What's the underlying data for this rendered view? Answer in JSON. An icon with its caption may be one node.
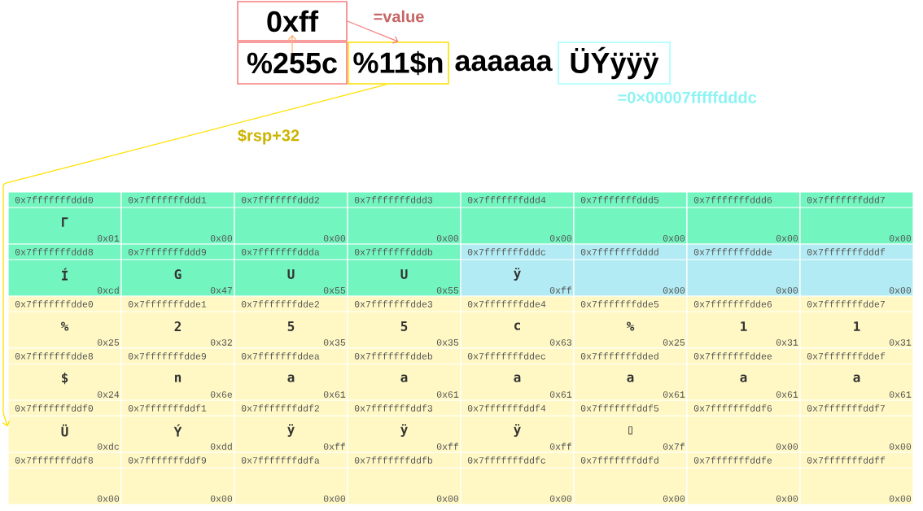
{
  "diagram": {
    "nodes": [
      {
        "text": [
          "0xff"
        ]
      },
      {
        "text": [
          "%255c"
        ]
      },
      {
        "text": [
          "%11$n"
        ]
      },
      {
        "text": [
          "aaaaaa"
        ]
      },
      {
        "text": [
          "ÜÝÿÿÿ"
        ],
        "beside": [
          "=0×00007fffffdddc"
        ]
      },
      {
        "text": [
          "0x7fffffffddd0",
          "Γ",
          "0x01"
        ]
      },
      {
        "text": [
          "0x7fffffffddd1",
          "0x00"
        ]
      },
      {
        "text": [
          "0x7fffffffddd2",
          "0x00"
        ]
      },
      {
        "text": [
          "0x7fffffffddd3",
          "0x00"
        ]
      },
      {
        "text": [
          "0x7fffffffddd4",
          "0x00"
        ]
      },
      {
        "text": [
          "0x7fffffffddd5",
          "0x00"
        ]
      },
      {
        "text": [
          "0x7fffffffddd6",
          "0x00"
        ]
      },
      {
        "text": [
          "0x7fffffffddd7",
          "0x00"
        ]
      },
      {
        "text": [
          "0x7fffffffddd8",
          "Í",
          "0xcd"
        ]
      },
      {
        "text": [
          "0x7fffffffddd9",
          "G",
          "0x47"
        ]
      },
      {
        "text": [
          "0x7fffffffddda",
          "U",
          "0x55"
        ]
      },
      {
        "text": [
          "0x7fffffffdddb",
          "U",
          "0x55"
        ]
      },
      {
        "text": [
          "0x7fffffffdddc",
          "ÿ",
          "0xff"
        ]
      },
      {
        "text": [
          "0x7fffffffdddd",
          "0x00"
        ]
      },
      {
        "text": [
          "0x7fffffffddde",
          "0x00"
        ]
      },
      {
        "text": [
          "0x7fffffffdddf",
          "0x00"
        ]
      },
      {
        "text": [
          "0x7fffffffdde0",
          "%",
          "0x25"
        ]
      },
      {
        "text": [
          "0x7fffffffdde1",
          "2",
          "0x32"
        ]
      },
      {
        "text": [
          "0x7fffffffdde2",
          "5",
          "0x35"
        ]
      },
      {
        "text": [
          "0x7fffffffdde3",
          "5",
          "0x35"
        ]
      },
      {
        "text": [
          "0x7fffffffdde4",
          "c",
          "0x63"
        ]
      },
      {
        "text": [
          "0x7fffffffdde5",
          "%",
          "0x25"
        ]
      },
      {
        "text": [
          "0x7fffffffdde6",
          "1",
          "0x31"
        ]
      },
      {
        "text": [
          "0x7fffffffdde7",
          "1",
          "0x31"
        ]
      },
      {
        "text": [
          "0x7fffffffdde8",
          "$",
          "0x24"
        ]
      },
      {
        "text": [
          "0x7fffffffdde9",
          "n",
          "0x6e"
        ]
      },
      {
        "text": [
          "0x7fffffffddea",
          "a",
          "0x61"
        ]
      },
      {
        "text": [
          "0x7fffffffddeb",
          "a",
          "0x61"
        ]
      },
      {
        "text": [
          "0x7fffffffddec",
          "a",
          "0x61"
        ]
      },
      {
        "text": [
          "0x7fffffffdded",
          "a",
          "0x61"
        ]
      },
      {
        "text": [
          "0x7fffffffddee",
          "a",
          "0x61"
        ]
      },
      {
        "text": [
          "0x7fffffffddef",
          "a",
          "0x61"
        ]
      },
      {
        "text": [
          "0x7fffffffddf0",
          "Ü",
          "0xdc"
        ]
      },
      {
        "text": [
          "0x7fffffffddf1",
          "Ý",
          "0xdd"
        ]
      },
      {
        "text": [
          "0x7fffffffddf2",
          "ÿ",
          "0xff"
        ]
      },
      {
        "text": [
          "0x7fffffffddf3",
          "ÿ",
          "0xff"
        ]
      },
      {
        "text": [
          "0x7fffffffddf4",
          "ÿ",
          "0xff"
        ]
      },
      {
        "text": [
          "0x7fffffffddf5",
          "▯",
          "0x7f"
        ]
      },
      {
        "text": [
          "0x7fffffffddf6",
          "0x00"
        ]
      },
      {
        "text": [
          "0x7fffffffddf7",
          "0x00"
        ]
      },
      {
        "text": [
          "0x7fffffffddf8",
          "0x00"
        ]
      },
      {
        "text": [
          "0x7fffffffddf9",
          "0x00"
        ]
      },
      {
        "text": [
          "0x7fffffffddfa",
          "0x00"
        ]
      },
      {
        "text": [
          "0x7fffffffddfb",
          "0x00"
        ]
      },
      {
        "text": [
          "0x7fffffffddfc",
          "0x00"
        ]
      },
      {
        "text": [
          "0x7fffffffddfd",
          "0x00"
        ]
      },
      {
        "text": [
          "0x7fffffffddfe",
          "0x00"
        ]
      },
      {
        "text": [
          "0x7fffffffddff",
          "0x00"
        ]
      }
    ],
    "edges": [
      {
        "from": 1,
        "to": 0,
        "arrow": "to",
        "color": "#ffb27a"
      },
      {
        "from": 0,
        "to": 2,
        "arrow": "to",
        "label": "=value",
        "color": "#f77f7f"
      },
      {
        "from": 2,
        "to": 37,
        "arrow": "to",
        "label": "$rsp+32",
        "color": "#ffe100"
      }
    ]
  }
}
